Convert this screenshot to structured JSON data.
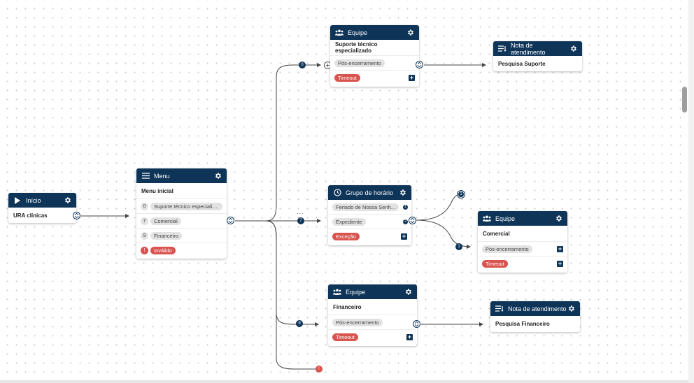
{
  "nodes": {
    "inicio": {
      "title": "Início",
      "subtitle": "URA clínicas"
    },
    "menu": {
      "title": "Menu",
      "subtitle": "Menu inicial",
      "options": [
        {
          "key": "0",
          "label": "Suporte técnico especializ..."
        },
        {
          "key": "7",
          "label": "Comercial"
        },
        {
          "key": "9",
          "label": "Financeiro"
        },
        {
          "key": "!",
          "label": "Inválido"
        }
      ]
    },
    "equipe_suporte": {
      "title": "Equipe",
      "subtitle": "Suporte técnico especializado",
      "post": "Pós-encerramento",
      "timeout": "Timeout"
    },
    "nota_suporte": {
      "title": "Nota de atendimento",
      "subtitle": "Pesquisa Suporte"
    },
    "grupo_horario": {
      "title": "Grupo de horário",
      "rows": [
        "Feriado de Nossa Senh...",
        "Expediente",
        "Exceção"
      ],
      "row_markers": [
        "1",
        "2"
      ]
    },
    "equipe_comercial": {
      "title": "Equipe",
      "subtitle": "Comercial",
      "post": "Pós-encerramento",
      "timeout": "Timeout"
    },
    "equipe_financeiro": {
      "title": "Equipe",
      "subtitle": "Financeiro",
      "post": "Pós-encerramento",
      "timeout": "Timeout"
    },
    "nota_financeiro": {
      "title": "Nota de atendimento",
      "subtitle": "Pesquisa Financeiro"
    }
  },
  "edge_markers": {
    "suporte": "0",
    "comercial": "7",
    "financeiro": "9",
    "invalido": "!",
    "feriado": "1",
    "expediente": "1",
    "ellipsis": "..."
  },
  "plus_symbol": "+",
  "colors": {
    "header": "#0e3458",
    "danger": "#d9534f",
    "pill": "#e2e2e2"
  },
  "icons": {
    "inicio": "play-icon",
    "menu": "hamburger-menu-icon",
    "equipe": "team-icon",
    "grupo": "clock-icon",
    "nota": "list-icon",
    "settings": "gear-icon"
  }
}
